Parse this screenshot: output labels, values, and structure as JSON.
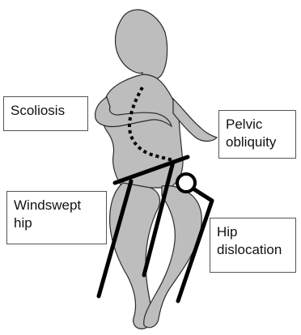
{
  "colors": {
    "body_fill": "#bdbdbd",
    "body_stroke": "#2a2a2a",
    "line": "#000000",
    "box_border": "#555555"
  },
  "labels": {
    "scoliosis": {
      "lines": [
        "Scoliosis"
      ]
    },
    "pelvic_obliquity": {
      "lines": [
        "Pelvic",
        "obliquity"
      ]
    },
    "windswept_hip": {
      "lines": [
        "Windswept",
        "hip"
      ]
    },
    "hip_dislocation": {
      "lines": [
        "Hip",
        "dislocation"
      ]
    }
  }
}
